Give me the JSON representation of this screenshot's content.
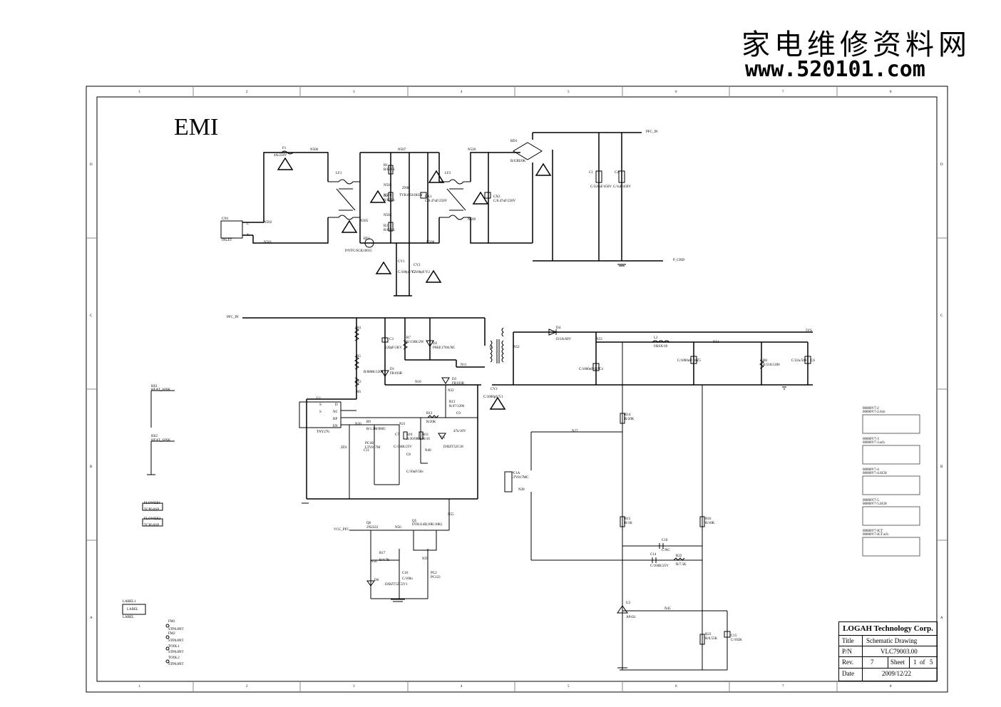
{
  "watermark": {
    "chinese": "家电维修资料网",
    "url": "www.520101.com"
  },
  "section_title": "EMI",
  "border": {
    "columns": [
      "1",
      "2",
      "3",
      "4",
      "5",
      "6",
      "7",
      "8"
    ],
    "rows_left": [
      "D",
      "C",
      "B",
      "A"
    ],
    "rows_right": [
      "D",
      "C",
      "B",
      "A"
    ]
  },
  "title_block": {
    "company": "LOGAH Technology Corp.",
    "title_label": "Title",
    "title_value": "Schematic Drawing",
    "pn_label": "P/N",
    "pn_value": "VLC79003.00",
    "rev_label": "Rev.",
    "rev_value": "7",
    "sheet_label": "Sheet",
    "sheet_value": "1",
    "of_label": "of",
    "sheet_total": "5",
    "date_label": "Date",
    "date_value": "2009/12/22"
  },
  "labels": {
    "f1": "F1",
    "f1v": "4A/250V",
    "n506": "N506",
    "ln1": "CN1",
    "inlet": "INLET",
    "nl": "L",
    "nn": "N",
    "n502": "N502",
    "n501": "N501",
    "lf1": "LF1",
    "lf2": "LF2",
    "n507": "N507",
    "n505": "N505",
    "n504": "N504",
    "n503": "N503",
    "n510": "N510",
    "r1": "R1",
    "r1v": "R/820K",
    "r2": "R2",
    "r2v": "R/820K",
    "r3": "R3",
    "r3v": "R/820K",
    "znr": "ZNR",
    "tvr": "TVR10561KSN",
    "rt1": "RT1",
    "rt1v": "P/NTC/SCK10015",
    "n508": "N508",
    "cx1": "CX1",
    "cx1v": "C/0.47uF/250V",
    "cx2": "CX2",
    "cx2v": "C/0.47uF/250V",
    "n520": "N520",
    "n509": "N509",
    "cy1": "CY1",
    "cy1v": "C/100pF/Y2",
    "cy2": "CY2",
    "cy2v": "C/100pF/Y2",
    "bd1": "BD1",
    "bd1v": "B/GBU6K",
    "c1": "C1",
    "c1v": "C/220uF/450V",
    "c2": "C2",
    "c2v": "C/1uF/450V",
    "pfcin": "PFC_IN",
    "pgnd": "P_GND",
    "pfcin2": "PFC_IN",
    "r4": "R4",
    "r5": "R5",
    "r6": "R6",
    "rv": "R/680K/1206",
    "c3": "C3",
    "c3v": "220pF/1KV",
    "r7": "R7",
    "r7v": "R/150K/2W",
    "d2": "D2",
    "d2v": "P6KE170A/NC",
    "d1": "D1",
    "d1v": "FR103R",
    "n12": "N12",
    "n10": "N10",
    "n11": "N11",
    "u1": "U1",
    "u1v": "TNY276",
    "pd": "D",
    "ps": "S",
    "pnc": "NC",
    "pbp": "BP",
    "pen": "EN",
    "ps2": "S",
    "t1": "T1",
    "d3": "D3",
    "d3v": "FR103R",
    "n22": "N22",
    "r13": "R13",
    "r13v": "R/47/1206",
    "cy3": "CY3",
    "cy3v": "C/1000pF/Y1",
    "d4": "D4",
    "d4v": "D/3A/60V",
    "n53": "N53",
    "n52": "N52",
    "n54": "N54",
    "l2": "L2",
    "l2v": "I/RSX/10",
    "c4": "C4",
    "c4v": "C/1000uF/16V",
    "c5": "C5",
    "c5v": "C/1000uF/16V",
    "r8": "R8",
    "r8v": "R/510/1206",
    "c6": "C6",
    "c6v": "C/22u/50V",
    "v5": "5VS",
    "r12": "R12",
    "r12v": "R/20K",
    "c9": "C9",
    "c9v": "47n/16V",
    "n20": "N20",
    "n21": "N21",
    "r9": "R9",
    "r9v": "R/1.2M/0805",
    "c7": "C7",
    "c7v": "C/104K/25V",
    "r10": "R10",
    "r10v": "R/30/0805",
    "r11": "R11",
    "r11v": "R/10",
    "d5": "D5",
    "d5v": "D/BZT52C18",
    "pc1b": "PC1B",
    "pc1bv": "LTV817M",
    "n40": "N40",
    "zd1": "ZD1",
    "c11": "C11",
    "c8": "C8",
    "c8v": "C/10uF/50v",
    "r14": "R14",
    "r14v": "R/20K",
    "n27": "N27",
    "pc1a": "PC1A",
    "pc1av": "LTV817MC",
    "n28": "N28",
    "r15": "R15",
    "r15v": "R/1K",
    "r16": "R16",
    "r16v": "R/10K",
    "c10": "C10",
    "c10v": "C/NC",
    "c14": "C14",
    "c14v": "C/104K/25V",
    "r22": "R22",
    "r22v": "R/7.5K",
    "u2": "U2",
    "u2v": "AP431",
    "n45": "N45",
    "r23": "R23",
    "r23v": "R/6.55K",
    "c15": "C15",
    "c15v": "C/102K",
    "hs1": "HS1",
    "hs1v": "HEAT_SINK",
    "hs2": "HS2",
    "hs2v": "HEAT_SINK",
    "flower1": "FLOWER1",
    "flower2": "FLOWER2",
    "tp": "TCP0.8SP",
    "label1": "LABEL1",
    "label": "LABEL",
    "lab2": "LABEL",
    "fm1": "FM1",
    "fm2": "FM2",
    "tool1": "TOOL1",
    "tool2": "TOOL2",
    "stp": "STP0.8NT",
    "q6": "Q6",
    "q6v": "2N2222",
    "q5": "Q5",
    "q5v": "DTA114E(10K/10K)",
    "vccpfc": "VCC_PFC",
    "n55": "N55",
    "n56": "N56",
    "r17": "R17",
    "r17v": "R/4.7K",
    "n58": "N58",
    "n59": "N59",
    "d6": "D6",
    "d6v": "D/BZT52C5V1",
    "c16": "C16",
    "c16v": "C/100u",
    "pc2": "PC2",
    "pc2v": "PC123",
    "box1a": "00000V7-2",
    "box1b": "00000V7-2.Sch",
    "box2a": "00000V7-3",
    "box2b": "00000V7-3.sch",
    "box3a": "00000V7-4",
    "box3b": "00000V7-4.SCH",
    "box4a": "00000V7-5",
    "box4b": "00000V7-5.SCH",
    "box5a": "00000V7-ICT",
    "box5b": "00000V7-ICT.sch"
  }
}
